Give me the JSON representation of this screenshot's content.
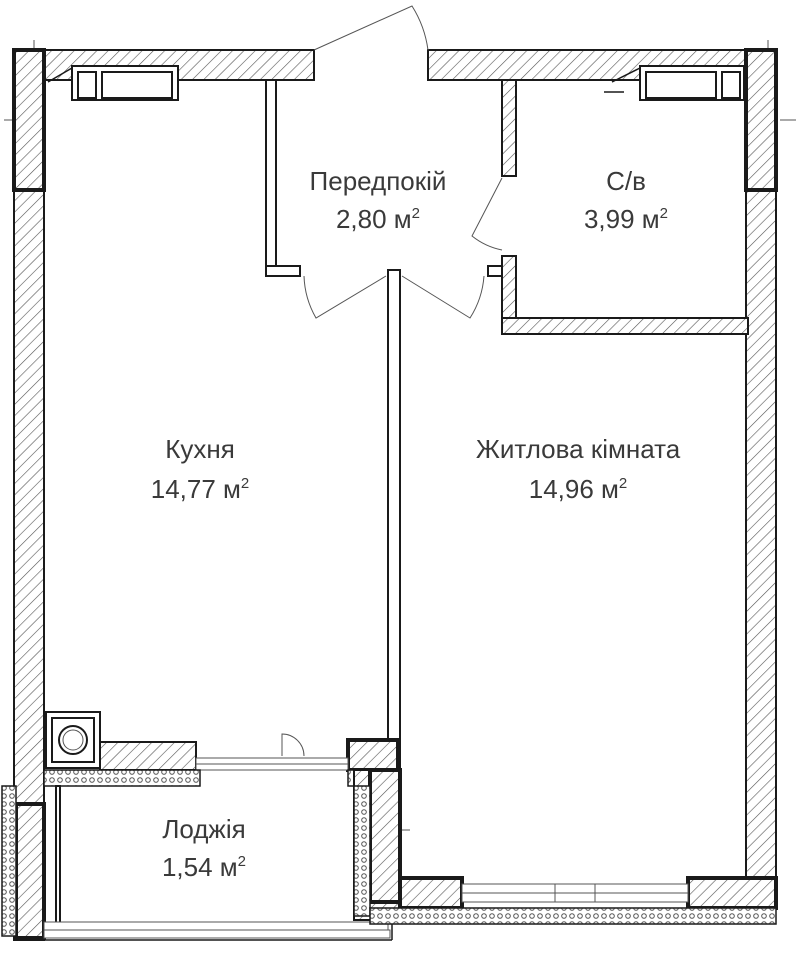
{
  "plan": {
    "rooms": [
      {
        "id": "hallway",
        "name": "Передпокій",
        "area": "2,80 м",
        "unit_sup": "2"
      },
      {
        "id": "bathroom",
        "name": "С/в",
        "area": "3,99 м",
        "unit_sup": "2"
      },
      {
        "id": "kitchen",
        "name": "Кухня",
        "area": "14,77 м",
        "unit_sup": "2"
      },
      {
        "id": "living",
        "name": "Житлова кімната",
        "area": "14,96 м",
        "unit_sup": "2"
      },
      {
        "id": "loggia",
        "name": "Лоджія",
        "area": "1,54 м",
        "unit_sup": "2"
      }
    ],
    "colors": {
      "wall_line": "#1a1a1a",
      "text": "#3a3a3a",
      "hatch": "#555555"
    }
  }
}
